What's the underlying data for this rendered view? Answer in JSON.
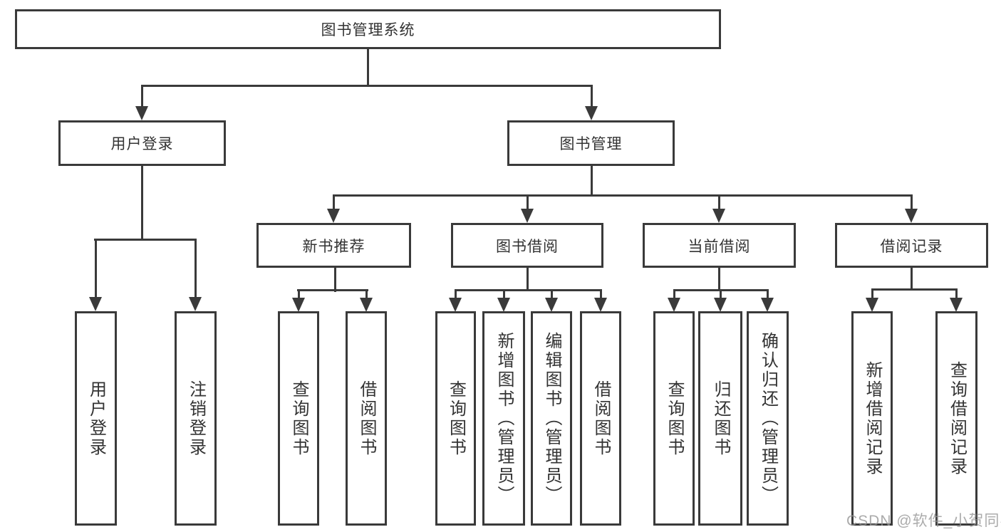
{
  "tree": {
    "label": "图书管理系统",
    "children": [
      {
        "label": "用户登录",
        "children": [
          {
            "label": "用户登录"
          },
          {
            "label": "注销登录"
          }
        ]
      },
      {
        "label": "图书管理",
        "children": [
          {
            "label": "新书推荐",
            "children": [
              {
                "label": "查询图书"
              },
              {
                "label": "借阅图书"
              }
            ]
          },
          {
            "label": "图书借阅",
            "children": [
              {
                "label": "查询图书"
              },
              {
                "label": "新增图书（管理员）"
              },
              {
                "label": "编辑图书（管理员）"
              },
              {
                "label": "借阅图书"
              }
            ]
          },
          {
            "label": "当前借阅",
            "children": [
              {
                "label": "查询图书"
              },
              {
                "label": "归还图书"
              },
              {
                "label": "确认归还（管理员）"
              }
            ]
          },
          {
            "label": "借阅记录",
            "children": [
              {
                "label": "新增借阅记录"
              },
              {
                "label": "查询借阅记录"
              }
            ]
          }
        ]
      }
    ]
  },
  "watermark": {
    "text": "CSDN @软件_小贺同学"
  },
  "colors": {
    "line": "#3a3a3a",
    "text": "#333333",
    "background": "#ffffff",
    "watermark": "#969696"
  }
}
